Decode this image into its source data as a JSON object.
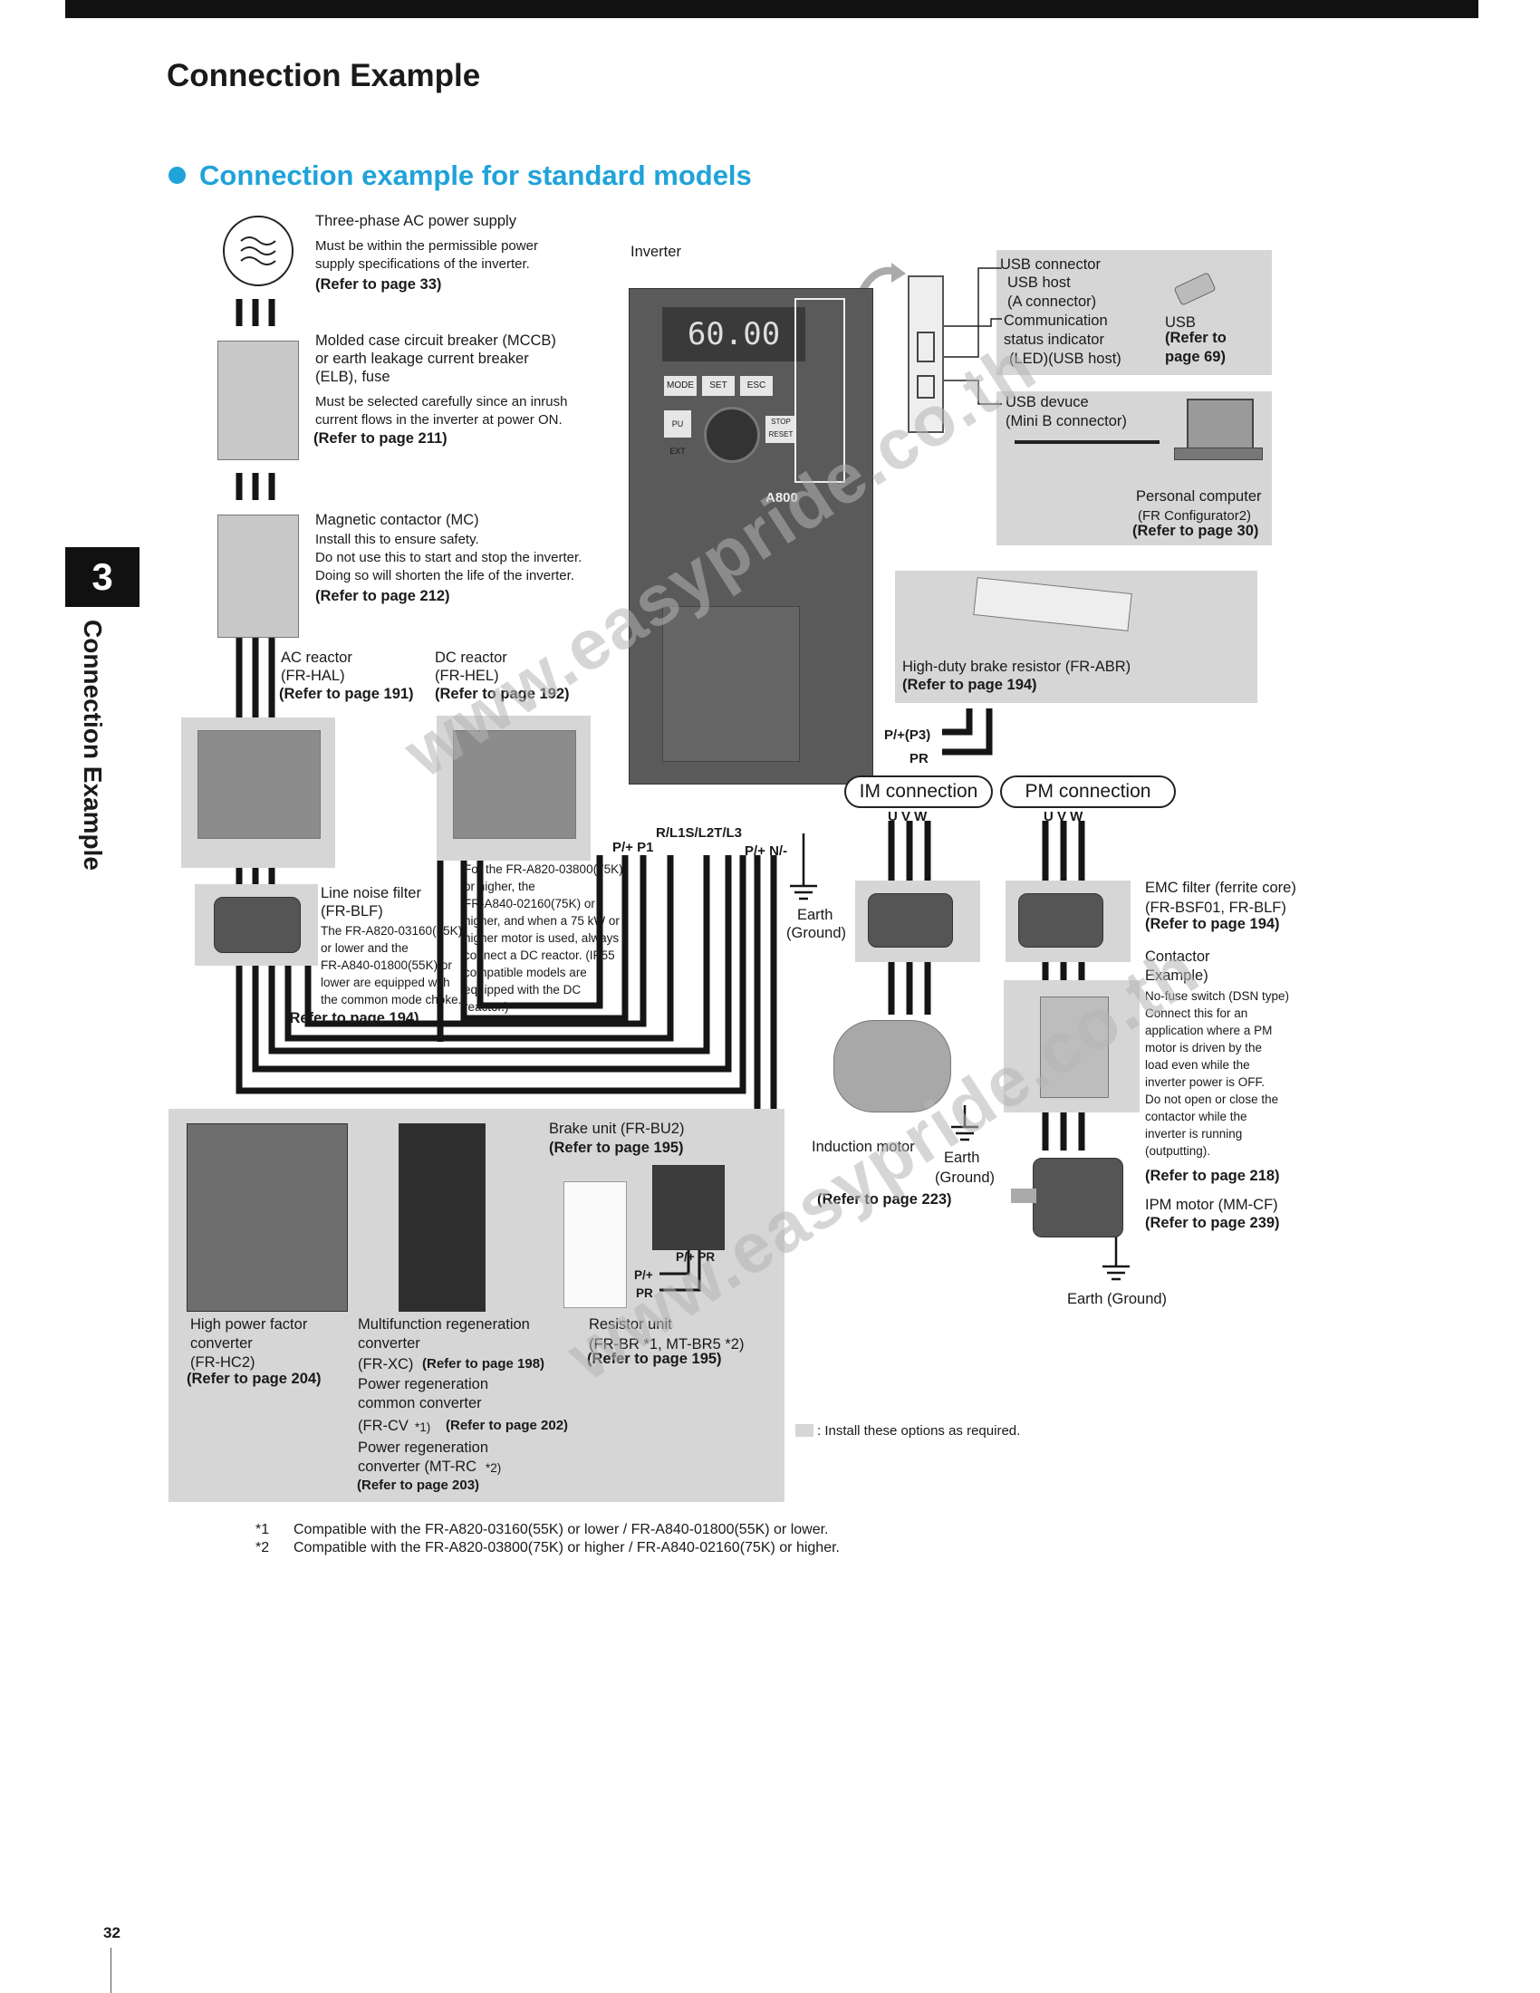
{
  "page": {
    "title": "Connection Example",
    "subtitle": "Connection example for standard models",
    "chapter_number": "3",
    "chapter_label": "Connection Example",
    "page_number": "32",
    "watermark": "www.easypride.co.th"
  },
  "power_supply": {
    "title": "Three-phase AC power supply",
    "desc1": "Must be within the permissible power",
    "desc2": "supply specifications of the inverter.",
    "ref": "(Refer to page 33)"
  },
  "mccb": {
    "l1": "Molded case circuit breaker (MCCB)",
    "l2": "or earth leakage current breaker",
    "l3": "(ELB), fuse",
    "d1": "Must be selected carefully since an inrush",
    "d2": "current flows in the inverter at power ON.",
    "ref": "(Refer to page 211)"
  },
  "mc": {
    "l1": "Magnetic contactor (MC)",
    "d1": "Install this to ensure safety.",
    "d2": "Do not use this to start and stop the inverter.",
    "d3": "Doing so will shorten the life of the inverter.",
    "ref": "(Refer to page 212)"
  },
  "ac_reactor": {
    "l1": "AC reactor",
    "l2": "(FR-HAL)",
    "ref": "(Refer to page 191)"
  },
  "dc_reactor": {
    "l1": "DC reactor",
    "l2": "(FR-HEL)",
    "ref": "(Refer to page 192)"
  },
  "dc_note": [
    "For the FR-A820-03800(75K)",
    "or higher, the",
    "FR-A840-02160(75K) or",
    "higher, and when a 75 kW or",
    "higher motor is used, always",
    "connect a DC reactor. (IP55",
    "compatible models are",
    "equipped with the DC",
    "reactor.)"
  ],
  "line_noise": {
    "l1": "Line noise filter",
    "l2": "(FR-BLF)",
    "notes": [
      "The FR-A820-03160(55K)",
      "or lower and the",
      "FR-A840-01800(55K) or",
      "lower are equipped with",
      "the common mode choke."
    ],
    "ref": "(Refer to page 194)"
  },
  "inverter": {
    "label": "Inverter",
    "display": "60.00",
    "brand": "A800",
    "keys": [
      "MODE",
      "SET",
      "ESC",
      "PU EXT",
      "STOP RESET"
    ]
  },
  "terminals": {
    "main": "R/L1S/L2T/L3",
    "p1": "P/+ P1",
    "pn": "P/+ N/-",
    "p3": "P/+(P3)",
    "pr": "PR"
  },
  "earth_main": {
    "l1": "Earth",
    "l2": "(Ground)"
  },
  "usb": {
    "connector": "USB connector",
    "host1": "USB host",
    "host2": "(A connector)",
    "comm1": "Communication",
    "comm2": "status indicator",
    "comm3": "(LED)(USB host)",
    "usb_label": "USB",
    "usb_ref1": "(Refer to",
    "usb_ref2": "page 69)",
    "device1": "USB devuce",
    "device2": "(Mini B connector)",
    "pc1": "Personal computer",
    "pc2": "(FR Configurator2)",
    "pc_ref": "(Refer to page 30)"
  },
  "brake_resistor": {
    "l1": "High-duty brake resistor (FR-ABR)",
    "ref": "(Refer to page 194)"
  },
  "im_connection": "IM connection",
  "pm_connection": "PM connection",
  "uvw": "U  V  W",
  "emc": {
    "l1": "EMC filter (ferrite core)",
    "l2": "(FR-BSF01, FR-BLF)",
    "ref": "(Refer to page 194)"
  },
  "contactor": {
    "l1": "Contactor",
    "l2": "Example)",
    "notes": [
      "No-fuse switch (DSN type)",
      "Connect this for an",
      "application where a PM",
      "motor is driven by the",
      "load even while the",
      "inverter power is OFF.",
      "Do not open or close the",
      "contactor while the",
      "inverter is running",
      "(outputting)."
    ],
    "ref": "(Refer to page 218)"
  },
  "ipm": {
    "l1": "IPM motor (MM-CF)",
    "ref": "(Refer to page 239)"
  },
  "earth_pm": "Earth (Ground)",
  "induction": {
    "l1": "Induction motor",
    "ref": "(Refer to page 223)"
  },
  "earth_im": {
    "l1": "Earth",
    "l2": "(Ground)"
  },
  "options": {
    "hc_l1": "High power factor",
    "hc_l2": "converter",
    "hc_l3": "(FR-HC2)",
    "hc_ref": "(Refer to page 204)",
    "xc_l1": "Multifunction regeneration",
    "xc_l2": "converter",
    "xc_l3": "(FR-XC)",
    "xc_ref": "(Refer to page 198)",
    "cv_l1": "Power regeneration",
    "cv_l2": "common converter",
    "cv_l3": "(FR-CV",
    "cv_star": "*1)",
    "cv_ref": "(Refer to page 202)",
    "rc_l1": "Power regeneration",
    "rc_l2": "converter (MT-RC",
    "rc_star": "*2)",
    "rc_ref": "(Refer to page 203)",
    "bu_l1": "Brake unit (FR-BU2)",
    "bu_ref": "(Refer to page 195)",
    "bu_pp": "P/+ PR",
    "bu_p": "P/+",
    "bu_pr": "PR",
    "res_l1": "Resistor unit",
    "res_l2": "(FR-BR *1, MT-BR5 *2)",
    "res_ref": "(Refer to page 195)"
  },
  "legend": ": Install these options as required.",
  "footnotes": [
    {
      "mark": "*1",
      "text": "Compatible with the FR-A820-03160(55K) or lower / FR-A840-01800(55K) or lower."
    },
    {
      "mark": "*2",
      "text": "Compatible with the FR-A820-03800(75K) or higher / FR-A840-02160(75K) or higher."
    }
  ]
}
